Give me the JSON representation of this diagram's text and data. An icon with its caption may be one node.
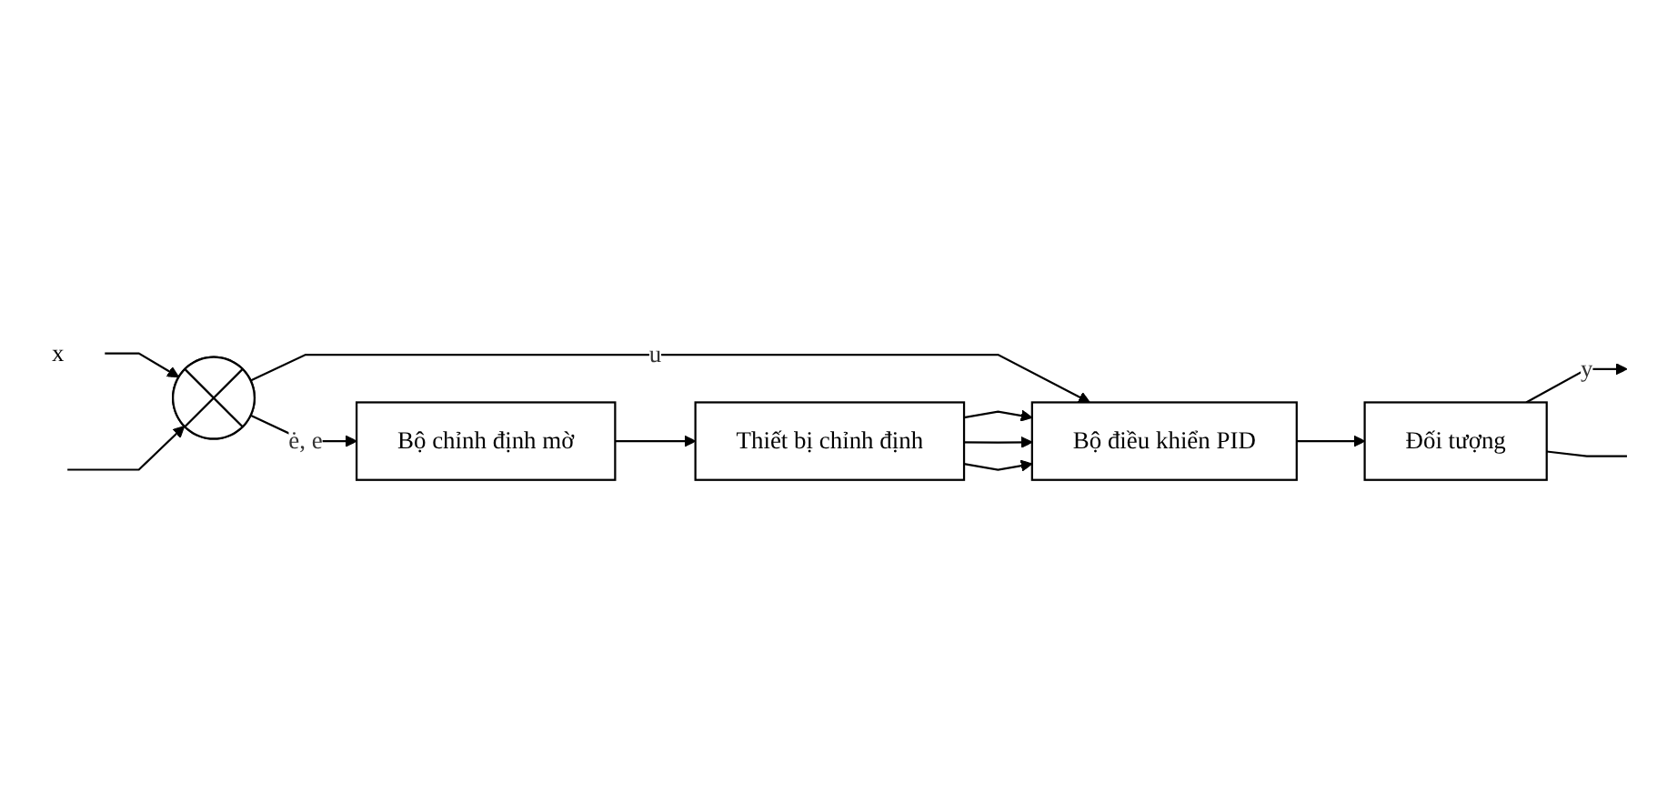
{
  "diagram": {
    "nodes": [
      {
        "text": [
          "x"
        ]
      },
      {
        "text": [],
        "shape": "circle"
      },
      {
        "text": [
          "Bộ chỉnh định mờ"
        ]
      },
      {
        "text": [
          "Thiết bị chỉnh định"
        ]
      },
      {
        "text": [
          "Bộ điều khiển PID"
        ]
      },
      {
        "text": [
          "Đối tượng"
        ]
      }
    ],
    "edges": [
      {
        "from": 0,
        "to": 1,
        "arrow": "to"
      },
      {
        "from": 1,
        "to": 2,
        "arrow": "to",
        "label": "ė, e"
      },
      {
        "from": 1,
        "to": 4,
        "arrow": "to",
        "label": "u"
      },
      {
        "from": 2,
        "to": 3,
        "arrow": "to"
      },
      {
        "from": 3,
        "to": 4,
        "arrow": "to"
      },
      {
        "from": 3,
        "to": 4,
        "arrow": "to"
      },
      {
        "from": 3,
        "to": 4,
        "arrow": "to"
      },
      {
        "from": 4,
        "to": 5,
        "arrow": "to"
      },
      {
        "from": 5,
        "to": null,
        "arrow": "to",
        "label": "y"
      },
      {
        "from": 5,
        "to": null,
        "arrow": "none"
      },
      {
        "from": null,
        "to": 1,
        "arrow": "to"
      }
    ]
  }
}
